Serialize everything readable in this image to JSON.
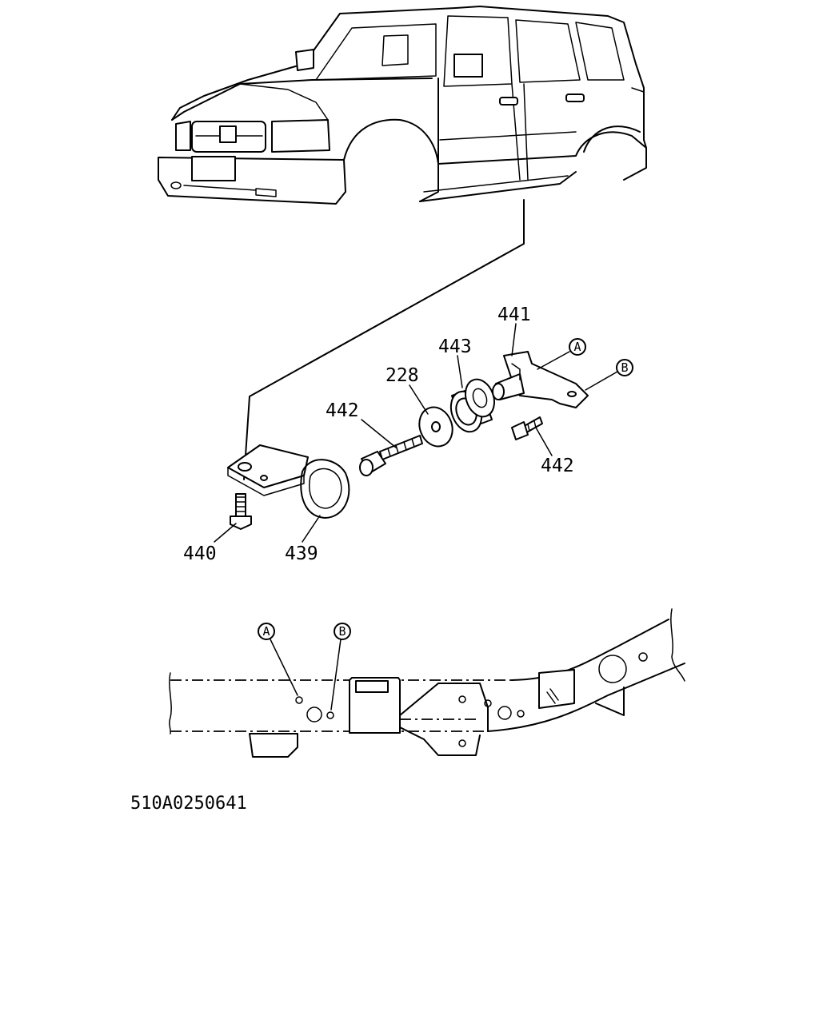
{
  "labels": {
    "p441": "441",
    "p443": "443",
    "p228": "228",
    "p442_upper": "442",
    "p442_lower": "442",
    "p440": "440",
    "p439": "439"
  },
  "callouts": {
    "a_top": "A",
    "b_top": "B",
    "a_frame": "A",
    "b_frame": "B"
  },
  "ref_code": "510A0250641"
}
